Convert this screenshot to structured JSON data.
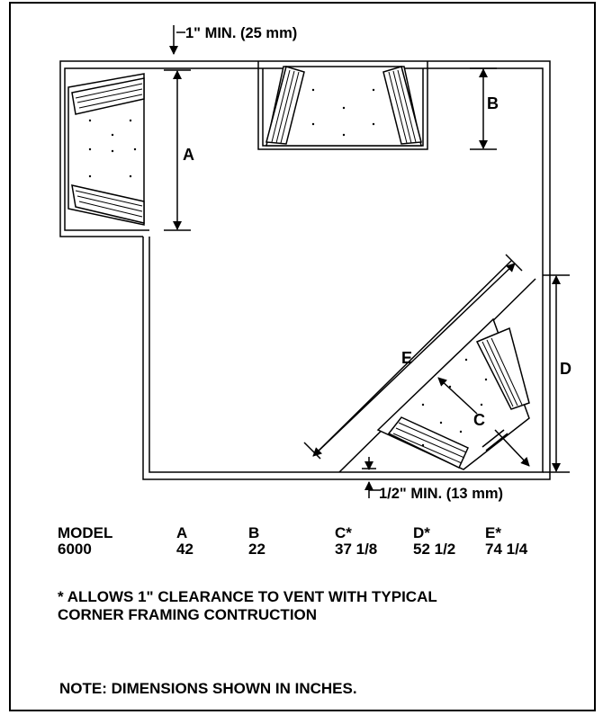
{
  "labels": {
    "min_top": "1\" MIN. (25 mm)",
    "min_bottom": "1/2\" MIN. (13 mm)",
    "dim_a": "A",
    "dim_b": "B",
    "dim_c": "C",
    "dim_d": "D",
    "dim_e": "E"
  },
  "table": {
    "headers": [
      "MODEL",
      "A",
      "B",
      "C*",
      "D*",
      "E*"
    ],
    "row": [
      "6000",
      "42",
      "22",
      "37 1/8",
      "52 1/2",
      "74 1/4"
    ]
  },
  "footnote": {
    "line1": "* ALLOWS 1\" CLEARANCE TO VENT WITH TYPICAL",
    "line2": "CORNER FRAMING CONTRUCTION"
  },
  "note": "NOTE:  DIMENSIONS SHOWN IN INCHES."
}
